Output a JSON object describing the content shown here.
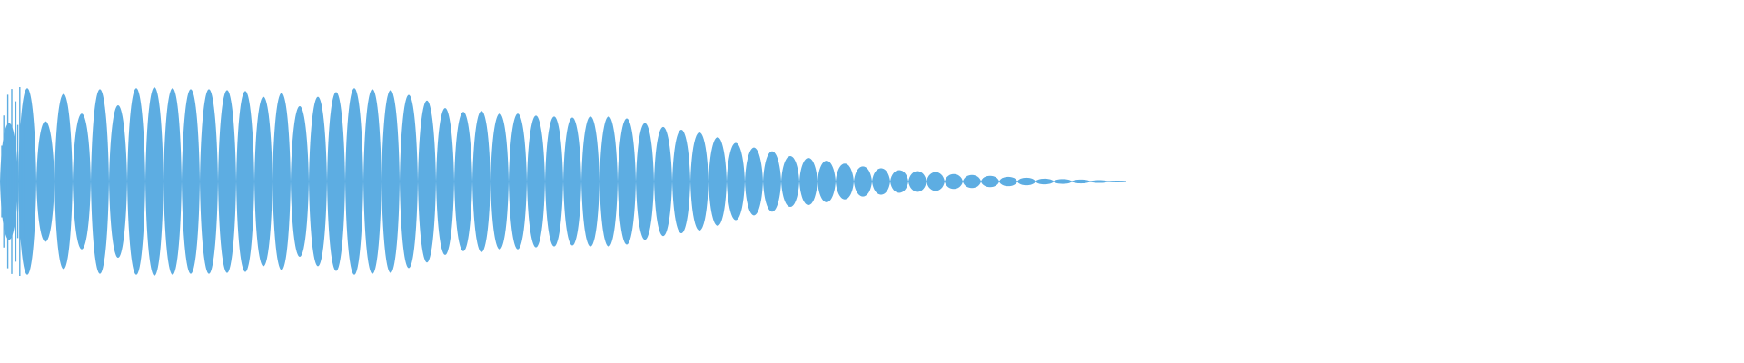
{
  "waveform": {
    "color": "#5dade2",
    "background": "#ffffff",
    "lobe_count": 62,
    "amplitudes": [
      0.62,
      0.99,
      0.64,
      0.93,
      0.72,
      0.98,
      0.81,
      0.99,
      1.0,
      0.99,
      0.98,
      0.98,
      0.97,
      0.96,
      0.9,
      0.94,
      0.8,
      0.9,
      0.95,
      0.99,
      0.98,
      0.97,
      0.92,
      0.86,
      0.78,
      0.74,
      0.75,
      0.72,
      0.72,
      0.7,
      0.69,
      0.68,
      0.69,
      0.69,
      0.67,
      0.62,
      0.58,
      0.55,
      0.52,
      0.47,
      0.41,
      0.36,
      0.32,
      0.27,
      0.25,
      0.22,
      0.19,
      0.16,
      0.14,
      0.12,
      0.11,
      0.1,
      0.08,
      0.07,
      0.06,
      0.05,
      0.04,
      0.03,
      0.025,
      0.02,
      0.015,
      0.01
    ]
  }
}
